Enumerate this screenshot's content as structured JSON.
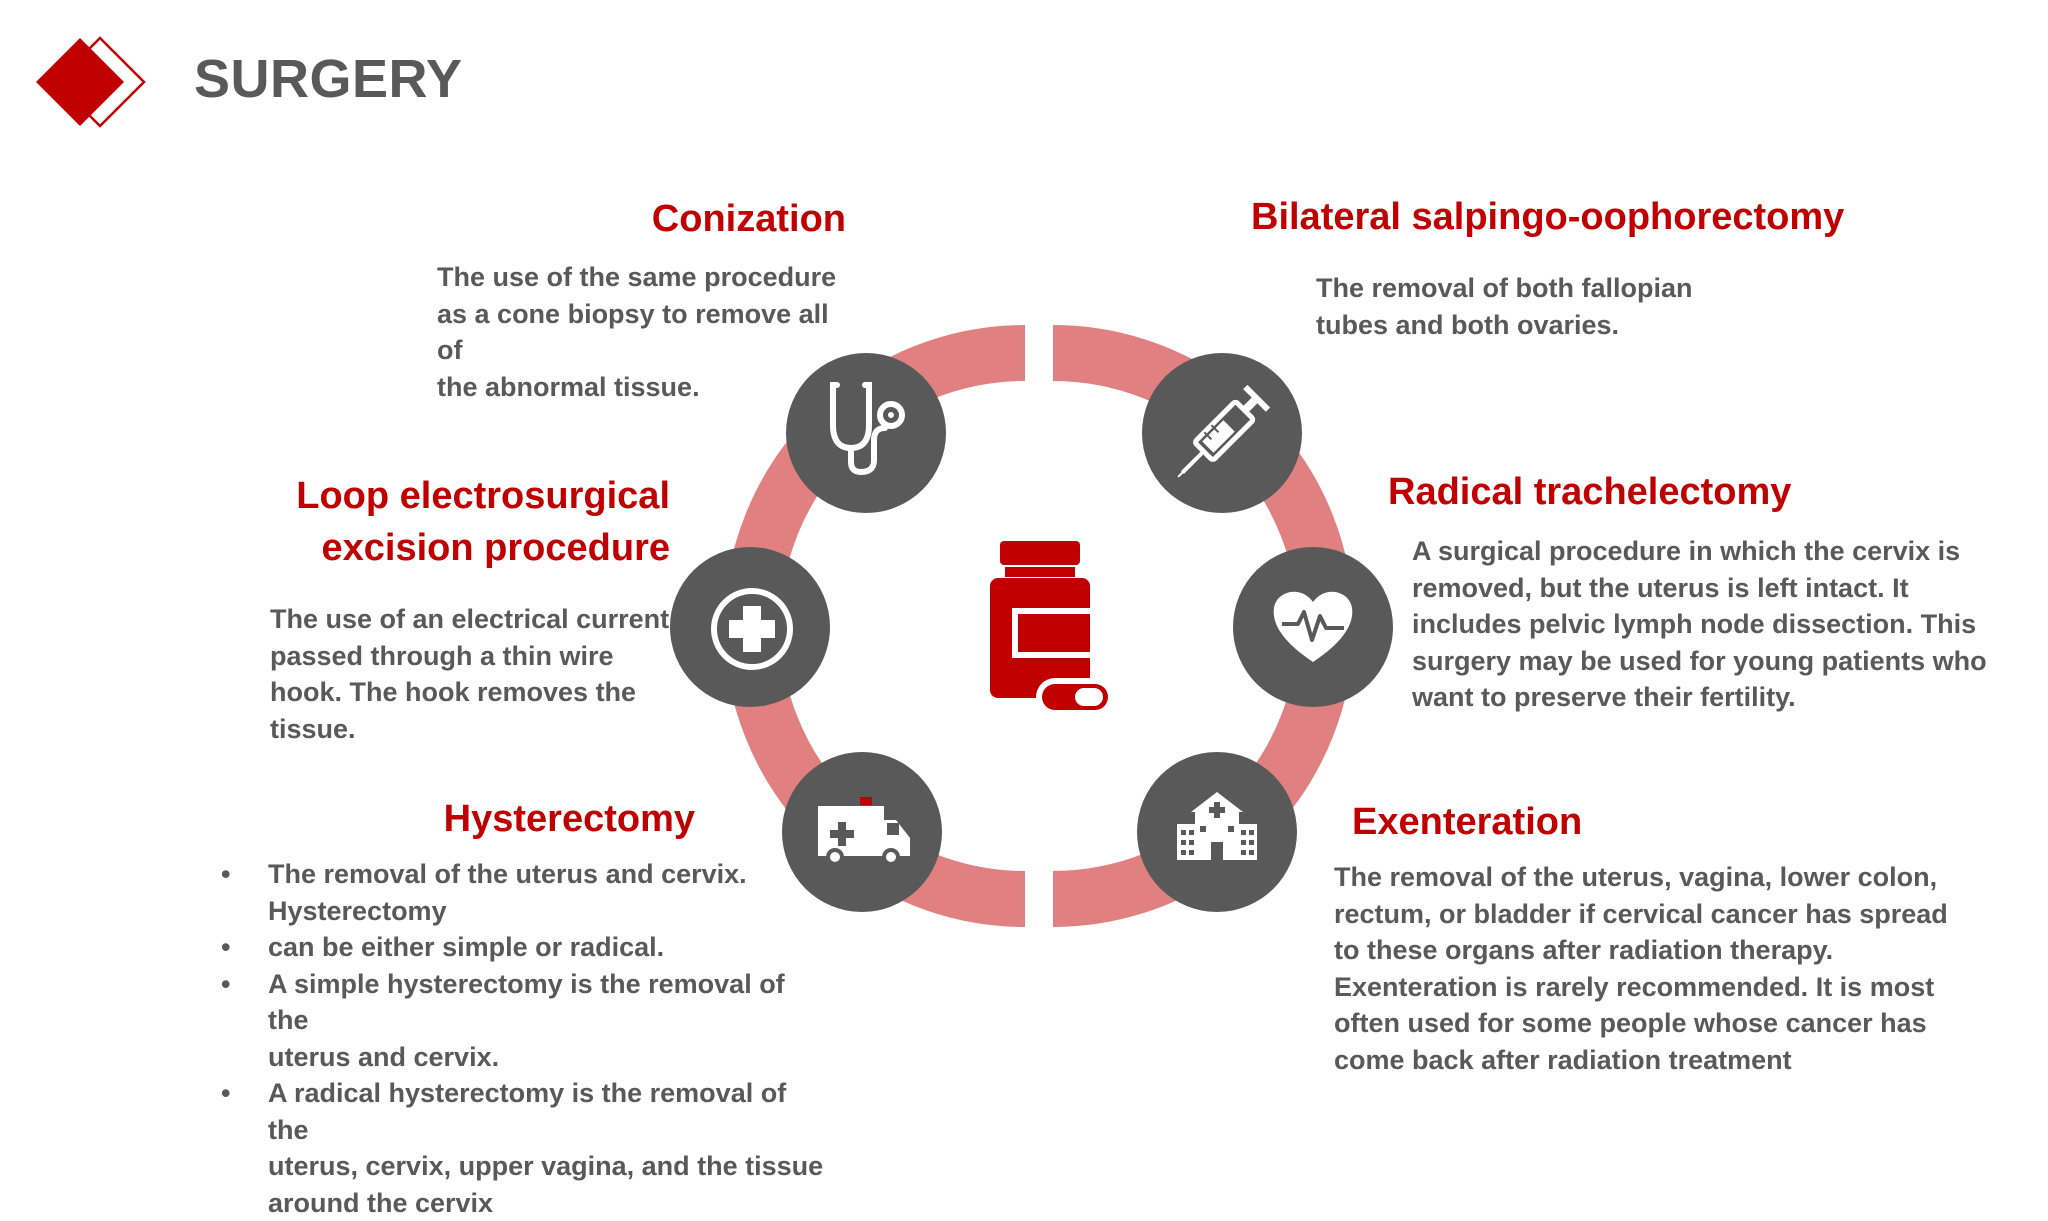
{
  "title": "SURGERY",
  "colors": {
    "accent": "#c00000",
    "ring": "#e08080",
    "circle": "#595959",
    "text": "#595959"
  },
  "center_icon": "medicine-bottle-icon",
  "items": {
    "conization": {
      "heading": "Conization",
      "lines": [
        "The use of the same procedure",
        "as a cone biopsy to remove all of",
        "the abnormal tissue."
      ],
      "icon": "stethoscope-icon"
    },
    "leep": {
      "heading_lines": [
        "Loop electrosurgical",
        "excision procedure"
      ],
      "lines": [
        "The use of an electrical current",
        "passed through a thin wire",
        "hook. The hook removes the",
        "tissue."
      ],
      "icon": "medical-cross-icon"
    },
    "hysterectomy": {
      "heading": "Hysterectomy",
      "bullets": [
        [
          "The removal of the uterus and cervix.",
          "Hysterectomy"
        ],
        [
          "can be either simple or radical."
        ],
        [
          "A simple hysterectomy is the removal of the",
          "uterus and cervix."
        ],
        [
          "A radical hysterectomy is the removal of the",
          "uterus, cervix, upper vagina, and the tissue",
          "around the cervix"
        ]
      ],
      "icon": "ambulance-icon"
    },
    "bso": {
      "heading": "Bilateral salpingo-oophorectomy",
      "lines": [
        "The removal of both fallopian",
        "tubes and both ovaries."
      ],
      "icon": "syringe-icon"
    },
    "trachelectomy": {
      "heading": "Radical trachelectomy",
      "lines": [
        "A surgical procedure in which the cervix is",
        "removed, but the uterus is left intact. It",
        "includes pelvic lymph node dissection. This",
        "surgery may be used for young patients who",
        "want to preserve their fertility."
      ],
      "icon": "heart-pulse-icon"
    },
    "exenteration": {
      "heading": "Exenteration",
      "lines": [
        "The removal of the uterus, vagina, lower colon,",
        "rectum, or bladder if cervical cancer has spread",
        "to these organs after radiation therapy.",
        "Exenteration is rarely recommended. It is most",
        "often used for some people whose cancer has",
        "come back after radiation treatment"
      ],
      "icon": "hospital-icon"
    }
  }
}
